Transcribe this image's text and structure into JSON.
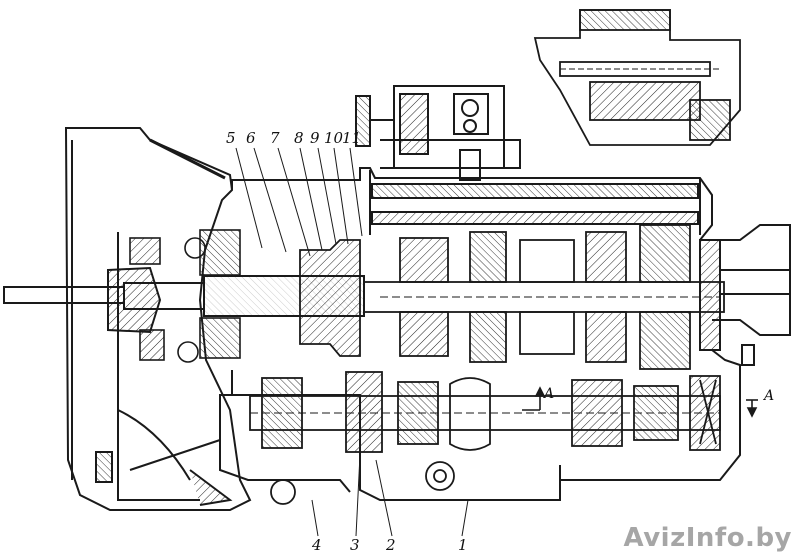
{
  "callouts_top": [
    "5",
    "6",
    "7",
    "8",
    "9",
    "10",
    "11"
  ],
  "callouts_bottom": [
    "4",
    "3",
    "2",
    "1"
  ],
  "section_marks": [
    "A",
    "A"
  ],
  "watermark": "AvizInfo.by",
  "line_color": "#1a1a1a"
}
